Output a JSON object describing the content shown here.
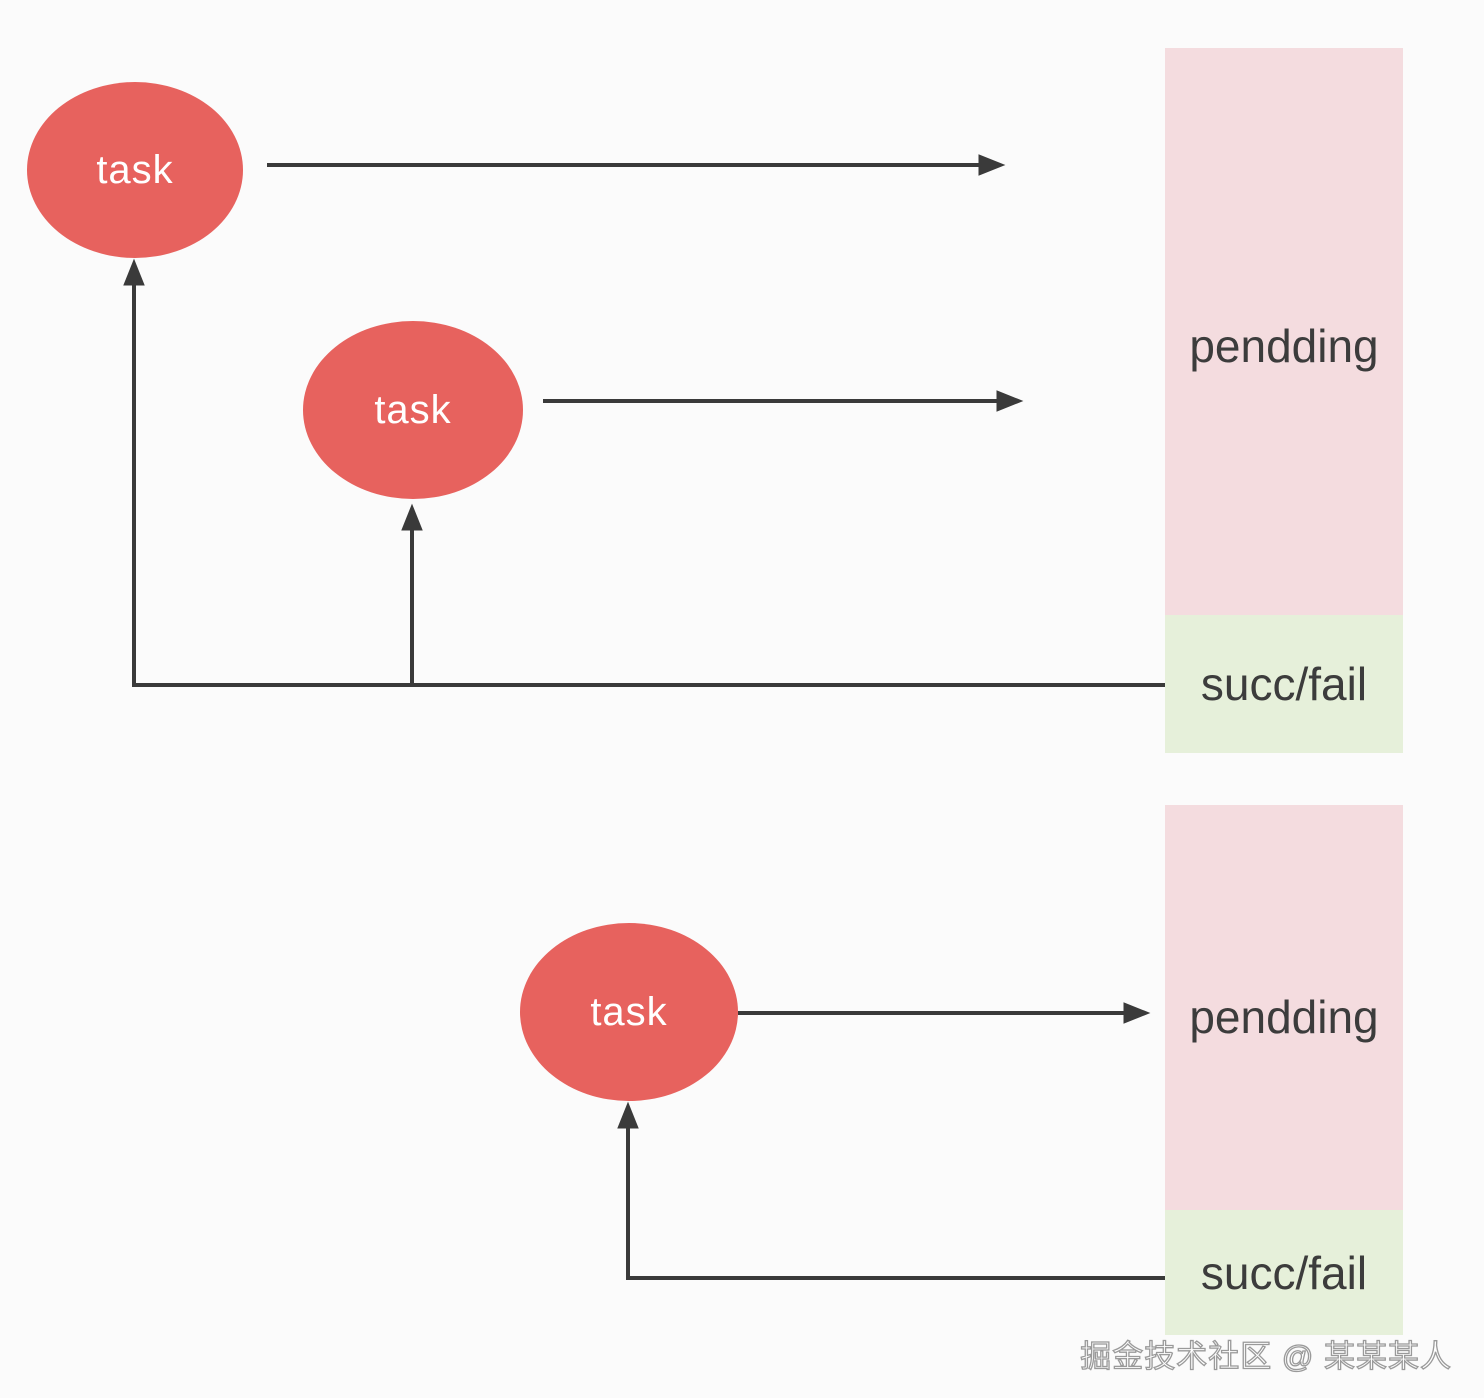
{
  "colors": {
    "background": "#fbfbfb",
    "task_fill": "#e7625e",
    "task_text": "#ffffff",
    "pending_fill": "#f4dcdf",
    "result_fill": "#e6f0da",
    "label_text": "#3c3c3c",
    "line": "#3a3a3a"
  },
  "top_flow": {
    "task1_label": "task",
    "task2_label": "task",
    "pending_label": "pendding",
    "result_label": "succ/fail"
  },
  "bottom_flow": {
    "task_label": "task",
    "pending_label": "pendding",
    "result_label": "succ/fail"
  },
  "watermark": "掘金技术社区 @ 某某某人"
}
